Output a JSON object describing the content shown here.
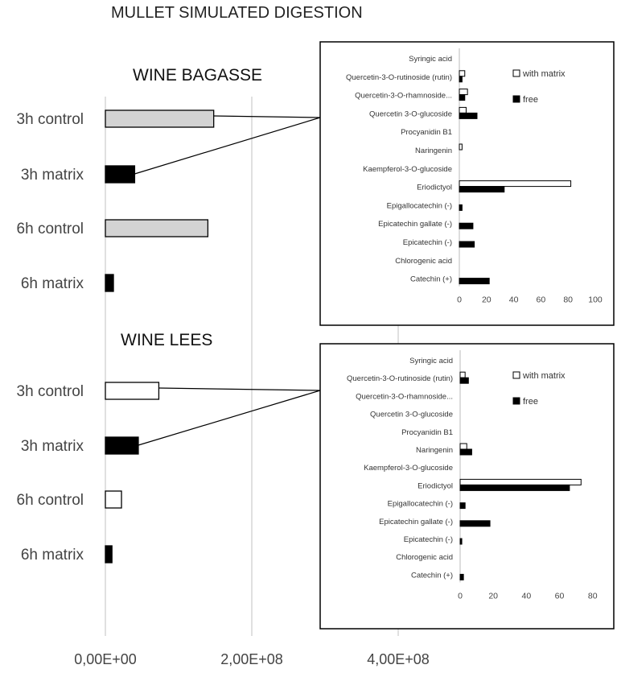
{
  "title": "MULLET SIMULATED DIGESTION",
  "main_axis": {
    "ticks": [
      {
        "value": 0,
        "label": "0,00E+00"
      },
      {
        "value": 200000000,
        "label": "2,00E+08"
      },
      {
        "value": 400000000,
        "label": "4,00E+08"
      }
    ],
    "xlim": [
      0,
      480000000
    ],
    "grid": true
  },
  "legend": {
    "with_matrix": "with matrix",
    "free": "free"
  },
  "colors": {
    "control_bagasse": "#d3d3d3",
    "control_lees": "#ffffff",
    "matrix": "#000000",
    "with_matrix_bar": "#ffffff",
    "free_bar": "#000000",
    "grid": "#d0d0d0",
    "panel_border": "#000000"
  },
  "chart_data": [
    {
      "type": "bar",
      "title": "WINE BAGASSE",
      "orientation": "horizontal",
      "categories": [
        "3h control",
        "3h matrix",
        "6h control",
        "6h matrix"
      ],
      "values": [
        148000000,
        40000000,
        140000000,
        11000000
      ],
      "inset": {
        "type": "bar",
        "orientation": "horizontal",
        "categories": [
          "Syringic acid",
          "Quercetin-3-O-rutinoside (rutin)",
          "Quercetin-3-O-rhamnoside...",
          "Quercetin 3-O-glucoside",
          "Procyanidin B1",
          "Naringenin",
          "Kaempferol-3-O-glucoside",
          "Eriodictyol",
          "Epigallocatechin (-)",
          "Epicatechin gallate (-)",
          "Epicatechin (-)",
          "Chlorogenic acid",
          "Catechin (+)"
        ],
        "series": [
          {
            "name": "with matrix",
            "values": [
              0,
              4,
              6,
              5,
              0,
              2,
              0,
              82,
              0,
              0,
              0,
              0,
              0
            ]
          },
          {
            "name": "free",
            "values": [
              0,
              2,
              4,
              13,
              0,
              0,
              0,
              33,
              2,
              10,
              11,
              0,
              22
            ]
          }
        ],
        "x_ticks": [
          0,
          20,
          40,
          60,
          80,
          100
        ],
        "xlim": [
          0,
          100
        ]
      }
    },
    {
      "type": "bar",
      "title": "WINE LEES",
      "orientation": "horizontal",
      "categories": [
        "3h control",
        "3h matrix",
        "6h control",
        "6h matrix"
      ],
      "values": [
        73000000,
        45000000,
        22000000,
        9000000
      ],
      "inset": {
        "type": "bar",
        "orientation": "horizontal",
        "categories": [
          "Syringic acid",
          "Quercetin-3-O-rutinoside (rutin)",
          "Quercetin-3-O-rhamnoside...",
          "Quercetin 3-O-glucoside",
          "Procyanidin B1",
          "Naringenin",
          "Kaempferol-3-O-glucoside",
          "Eriodictyol",
          "Epigallocatechin (-)",
          "Epicatechin gallate (-)",
          "Epicatechin (-)",
          "Chlorogenic acid",
          "Catechin (+)"
        ],
        "series": [
          {
            "name": "with matrix",
            "values": [
              0,
              3,
              0,
              0,
              0,
              4,
              0,
              73,
              0,
              0,
              0,
              0,
              0
            ]
          },
          {
            "name": "free",
            "values": [
              0,
              5,
              0,
              0,
              0,
              7,
              0,
              66,
              3,
              18,
              1,
              0,
              2
            ]
          }
        ],
        "x_ticks": [
          0,
          20,
          40,
          60,
          80
        ],
        "xlim": [
          0,
          85
        ]
      }
    }
  ]
}
